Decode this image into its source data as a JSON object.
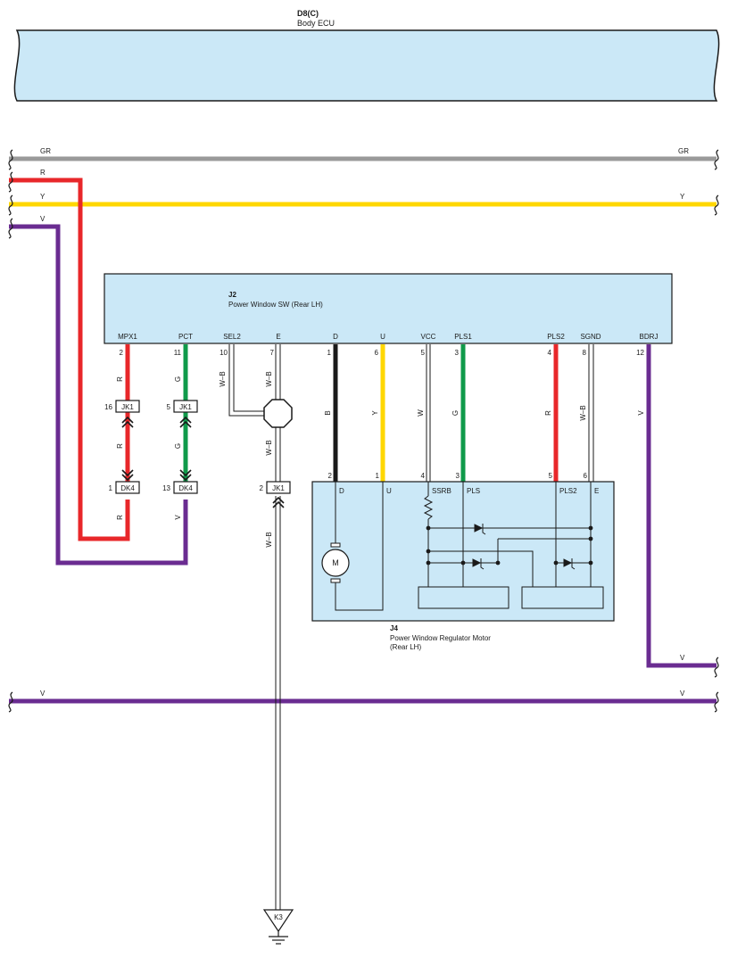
{
  "colors": {
    "ecu_fill": "#cbe8f7",
    "wire_gray": "#9a9a9a",
    "wire_red": "#e8272a",
    "wire_yellow": "#ffd700",
    "wire_violet": "#6a2c91",
    "wire_green": "#0f9a4a",
    "wire_black": "#1a1a1a",
    "outline": "#1a1a1a"
  },
  "ecu": {
    "code": "D8(C)",
    "name": "Body ECU"
  },
  "bus_labels": {
    "gr_left": "GR",
    "gr_right": "GR",
    "r_left": "R",
    "y_left": "Y",
    "y_right": "Y",
    "v_left": "V",
    "v_bottom_left": "V",
    "v_bottom_right": "V",
    "v_bdrj_right": "V"
  },
  "switch": {
    "code": "J2",
    "name": "Power Window SW (Rear LH)",
    "terminals": [
      "MPX1",
      "PCT",
      "SEL2",
      "E",
      "D",
      "U",
      "VCC",
      "PLS1",
      "PLS2",
      "SGND",
      "BDRJ"
    ],
    "pins": [
      "2",
      "11",
      "10",
      "7",
      "1",
      "6",
      "5",
      "3",
      "4",
      "8",
      "12"
    ]
  },
  "wire_labels": {
    "mpx1_upper": "R",
    "mpx1_mid": "R",
    "mpx1_lower": "R",
    "pct_upper": "G",
    "pct_mid": "G",
    "pct_lower": "V",
    "sel2": "W–B",
    "e_upper": "W–B",
    "e_mid": "W–B",
    "e_lower": "W–B",
    "d": "B",
    "u": "Y",
    "vcc": "W",
    "pls1": "G",
    "pls2": "R",
    "sgnd": "W–B",
    "bdrj": "V"
  },
  "connectors": {
    "jk1_a": "JK1",
    "jk1_a_pin": "16",
    "jk1_b": "JK1",
    "jk1_b_pin": "5",
    "dk4_a": "DK4",
    "dk4_a_pin": "1",
    "dk4_b": "DK4",
    "dk4_b_pin": "13",
    "jk1_c": "JK1",
    "jk1_c_pin": "2"
  },
  "motor": {
    "code": "J4",
    "name_line1": "Power Window Regulator Motor",
    "name_line2": "(Rear LH)",
    "terminals": [
      "D",
      "U",
      "SSRB",
      "PLS",
      "PLS2",
      "E"
    ],
    "pins": [
      "2",
      "1",
      "4",
      "3",
      "5",
      "6"
    ],
    "motor_symbol": "M"
  },
  "ground": {
    "code": "K3",
    "icon": "ground-icon"
  }
}
